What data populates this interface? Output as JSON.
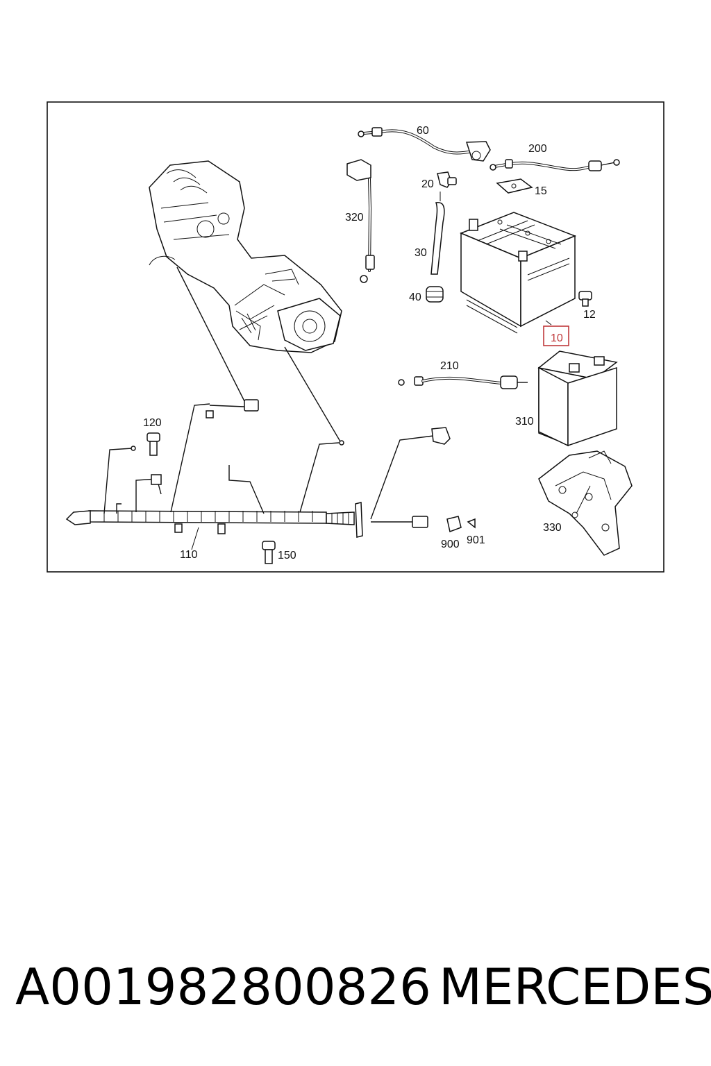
{
  "diagram": {
    "highlight_color": "#c0393b",
    "callouts": [
      {
        "id": "60",
        "label": "60"
      },
      {
        "id": "200",
        "label": "200"
      },
      {
        "id": "20",
        "label": "20"
      },
      {
        "id": "15",
        "label": "15"
      },
      {
        "id": "320",
        "label": "320"
      },
      {
        "id": "30",
        "label": "30"
      },
      {
        "id": "40",
        "label": "40"
      },
      {
        "id": "12",
        "label": "12"
      },
      {
        "id": "10",
        "label": "10",
        "highlighted": true
      },
      {
        "id": "210",
        "label": "210"
      },
      {
        "id": "310",
        "label": "310"
      },
      {
        "id": "120",
        "label": "120"
      },
      {
        "id": "330",
        "label": "330"
      },
      {
        "id": "900",
        "label": "900"
      },
      {
        "id": "901",
        "label": "901"
      },
      {
        "id": "110",
        "label": "110"
      },
      {
        "id": "150",
        "label": "150"
      }
    ]
  },
  "footer": {
    "part_number": "A001982800826",
    "brand": "MERCEDES"
  }
}
